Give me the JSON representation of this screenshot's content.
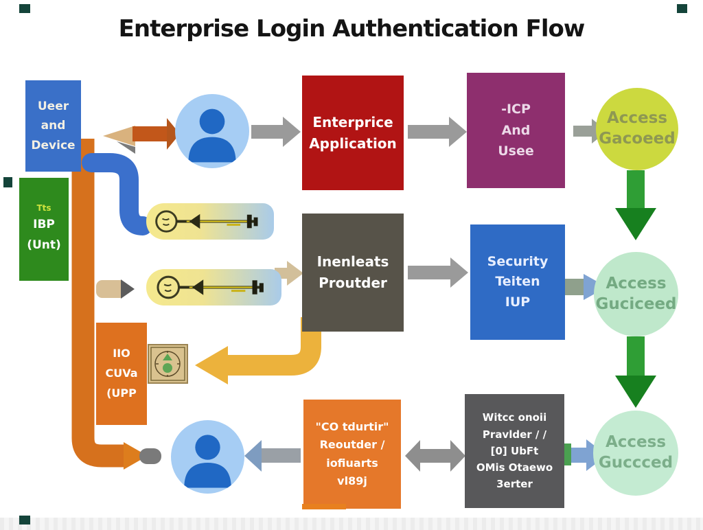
{
  "title": "Enterprise Login Authentication Flow",
  "nodes": {
    "user_device": {
      "lines": [
        "Ueer",
        "and",
        "Device"
      ]
    },
    "idp_unit": {
      "lines": [
        "Tts",
        "IBP",
        "(Unt)"
      ]
    },
    "enterprise_application": {
      "lines": [
        "Enterprice",
        "Application"
      ]
    },
    "idp_and_uses": {
      "lines": [
        "-ICP",
        "And",
        "Usee"
      ]
    },
    "access_granted_top": {
      "lines": [
        "Access",
        "Gacoeed"
      ]
    },
    "identity_provider": {
      "lines": [
        "Inenleats",
        "Proutder"
      ]
    },
    "security_token_idp": {
      "lines": [
        "Security",
        "Teiten",
        "IUP"
      ]
    },
    "access_granted_mid": {
      "lines": [
        "Access",
        "Guciceed"
      ]
    },
    "io_cuva_upp": {
      "lines": [
        "IIO",
        "CUVa",
        "(UPP"
      ]
    },
    "co_reoutder": {
      "lines": [
        "\"CO tdurtir\"",
        "Reoutder /",
        "iofiuarts",
        "vl89j"
      ]
    },
    "witcc_provider": {
      "lines": [
        "Witcc onoii",
        "Pravlder / /",
        "[0] UbFt",
        "OMis Otaewo",
        "3erter"
      ]
    },
    "access_granted_bottom": {
      "lines": [
        "Access",
        "Guccced"
      ]
    }
  },
  "icons": {
    "avatar_top": "person-icon",
    "avatar_bottom": "person-icon",
    "key_banner_top": "key-icon",
    "key_banner_bottom": "key-icon",
    "stamp": "seal-stamp-icon",
    "pencil": "pencil-icon"
  },
  "palette": {
    "box_blue": "#3a70c8",
    "box_green": "#2e8a1d",
    "box_red": "#b11414",
    "box_purple": "#8e2f6e",
    "box_gray": "#575349",
    "box_gray_dark": "#58585a",
    "box_orange": "#de711f",
    "box_orange_light": "#e5782a",
    "circle_yellow_green": "#ccd93f",
    "circle_mint": "#bfe8cb",
    "circle_mint_bottom": "#c4ebd2",
    "arrow_gray": "#9a9a9a",
    "arrow_amber": "#ecb23c",
    "arrow_blue": "#7fa3d2",
    "pipe_orange": "#d6711d",
    "pipe_blue": "#3b70cc",
    "connector_green": "#2f9e35",
    "connector_green_dark": "#17801f",
    "avatar_bg": "#a6cdf4",
    "avatar_fg": "#2068c4"
  }
}
